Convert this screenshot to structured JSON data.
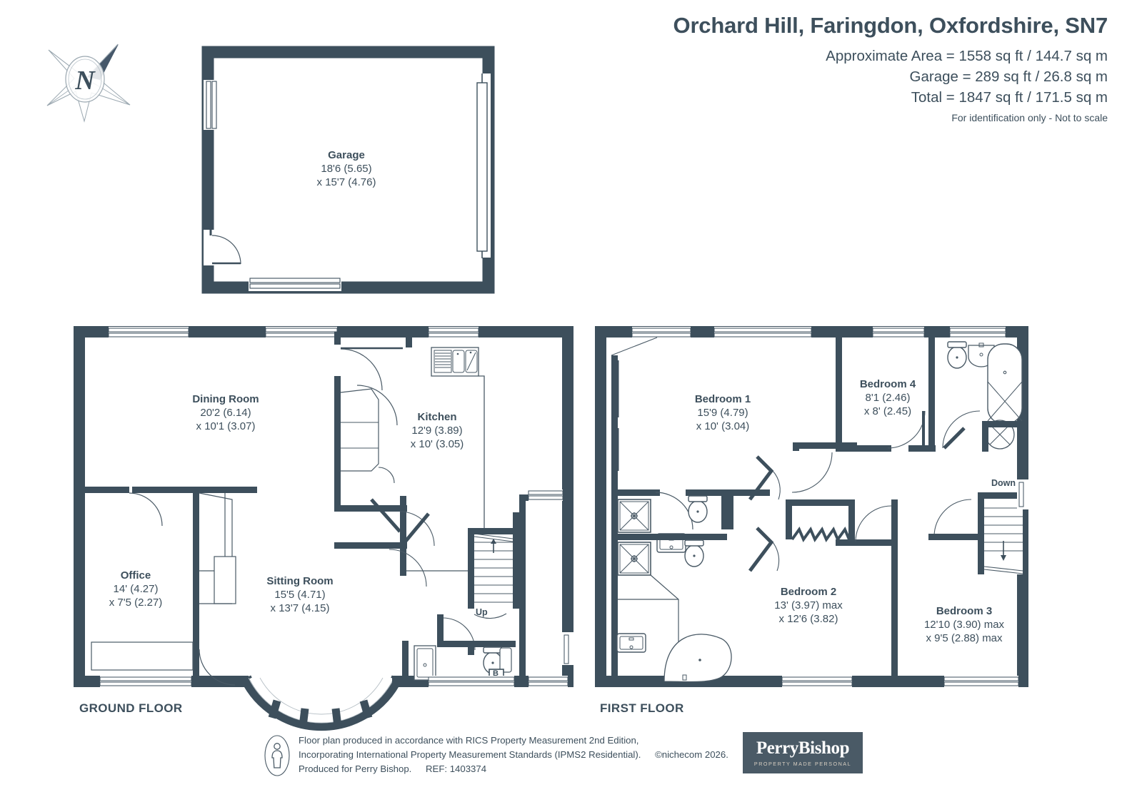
{
  "header": {
    "title": "Orchard Hill, Faringdon, Oxfordshire, SN7",
    "approx_area": "Approximate Area = 1558 sq ft / 144.7 sq m",
    "garage_area": "Garage = 289 sq ft / 26.8 sq m",
    "total_area": "Total = 1847 sq ft / 171.5 sq m",
    "disclaimer": "For identification only - Not to scale"
  },
  "compass": {
    "label": "N"
  },
  "floors": {
    "ground_label": "GROUND FLOOR",
    "first_label": "FIRST FLOOR"
  },
  "rooms": {
    "garage": {
      "name": "Garage",
      "d1": "18'6 (5.65)",
      "d2": "x 15'7 (4.76)"
    },
    "dining": {
      "name": "Dining Room",
      "d1": "20'2 (6.14)",
      "d2": "x 10'1 (3.07)"
    },
    "kitchen": {
      "name": "Kitchen",
      "d1": "12'9 (3.89)",
      "d2": "x 10' (3.05)"
    },
    "office": {
      "name": "Office",
      "d1": "14' (4.27)",
      "d2": "x 7'5 (2.27)"
    },
    "sitting": {
      "name": "Sitting Room",
      "d1": "15'5 (4.71)",
      "d2": "x 13'7 (4.15)"
    },
    "bedroom1": {
      "name": "Bedroom 1",
      "d1": "15'9 (4.79)",
      "d2": "x 10' (3.04)"
    },
    "bedroom2": {
      "name": "Bedroom 2",
      "d1": "13' (3.97) max",
      "d2": "x 12'6 (3.82)"
    },
    "bedroom3": {
      "name": "Bedroom 3",
      "d1": "12'10 (3.90) max",
      "d2": "x 9'5 (2.88) max"
    },
    "bedroom4": {
      "name": "Bedroom 4",
      "d1": "8'1 (2.46)",
      "d2": "x 8' (2.45)"
    }
  },
  "markers": {
    "stairs_up": "Up",
    "stairs_down": "Down",
    "boiler": "B"
  },
  "footer": {
    "line1": "Floor plan produced in accordance with RICS Property Measurement 2nd Edition,",
    "line2": "Incorporating International Property Measurement Standards (IPMS2 Residential).",
    "line3": "Produced for Perry Bishop.",
    "ref": "REF: 1403374",
    "copyright": "©nichecom 2026.",
    "logo_name": "PerryBishop",
    "logo_tagline": "PROPERTY MADE PERSONAL"
  },
  "colors": {
    "wall": "#3d4f5c",
    "text": "#3d4f5c",
    "fixture_stroke": "#4a5a66",
    "logo_bg": "#4a5a66"
  }
}
